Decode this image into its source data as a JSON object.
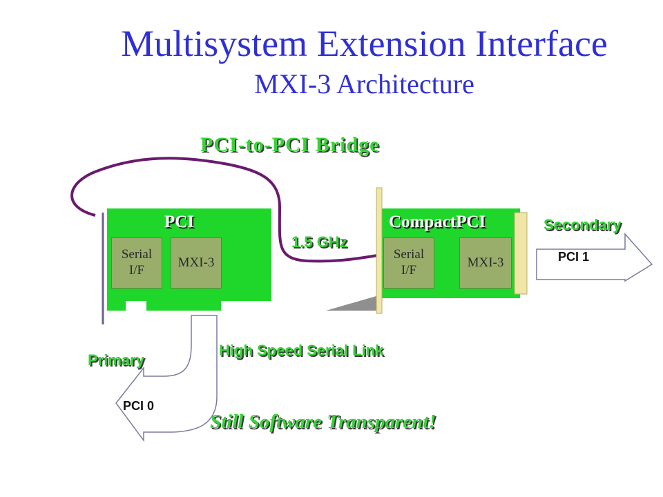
{
  "title": "Multisystem Extension Interface",
  "subtitle": "MXI-3 Architecture",
  "bridge_label": "PCI-to-PCI Bridge",
  "pci_card": {
    "title": "PCI",
    "serial_chip": "Serial\nI/F",
    "mxi_chip": "MXI-3"
  },
  "cpci_card": {
    "title": "CompactPCI",
    "serial_chip": "Serial\nI/F",
    "mxi_chip": "MXI-3"
  },
  "link_speed": "1.5 GHz",
  "secondary_label": "Secondary",
  "pci1_label": "PCI 1",
  "primary_label": "Primary",
  "pci0_label": "PCI 0",
  "serial_link_label": "High Speed Serial Link",
  "tagline": "Still Software Transparent!",
  "colors": {
    "title": "#2f2fd6",
    "board": "#1fd62a",
    "chip": "#9aae6c",
    "cable": "#6a1a6e",
    "label_green": "#3ad13a",
    "faceplate": "#f0e6a8"
  }
}
